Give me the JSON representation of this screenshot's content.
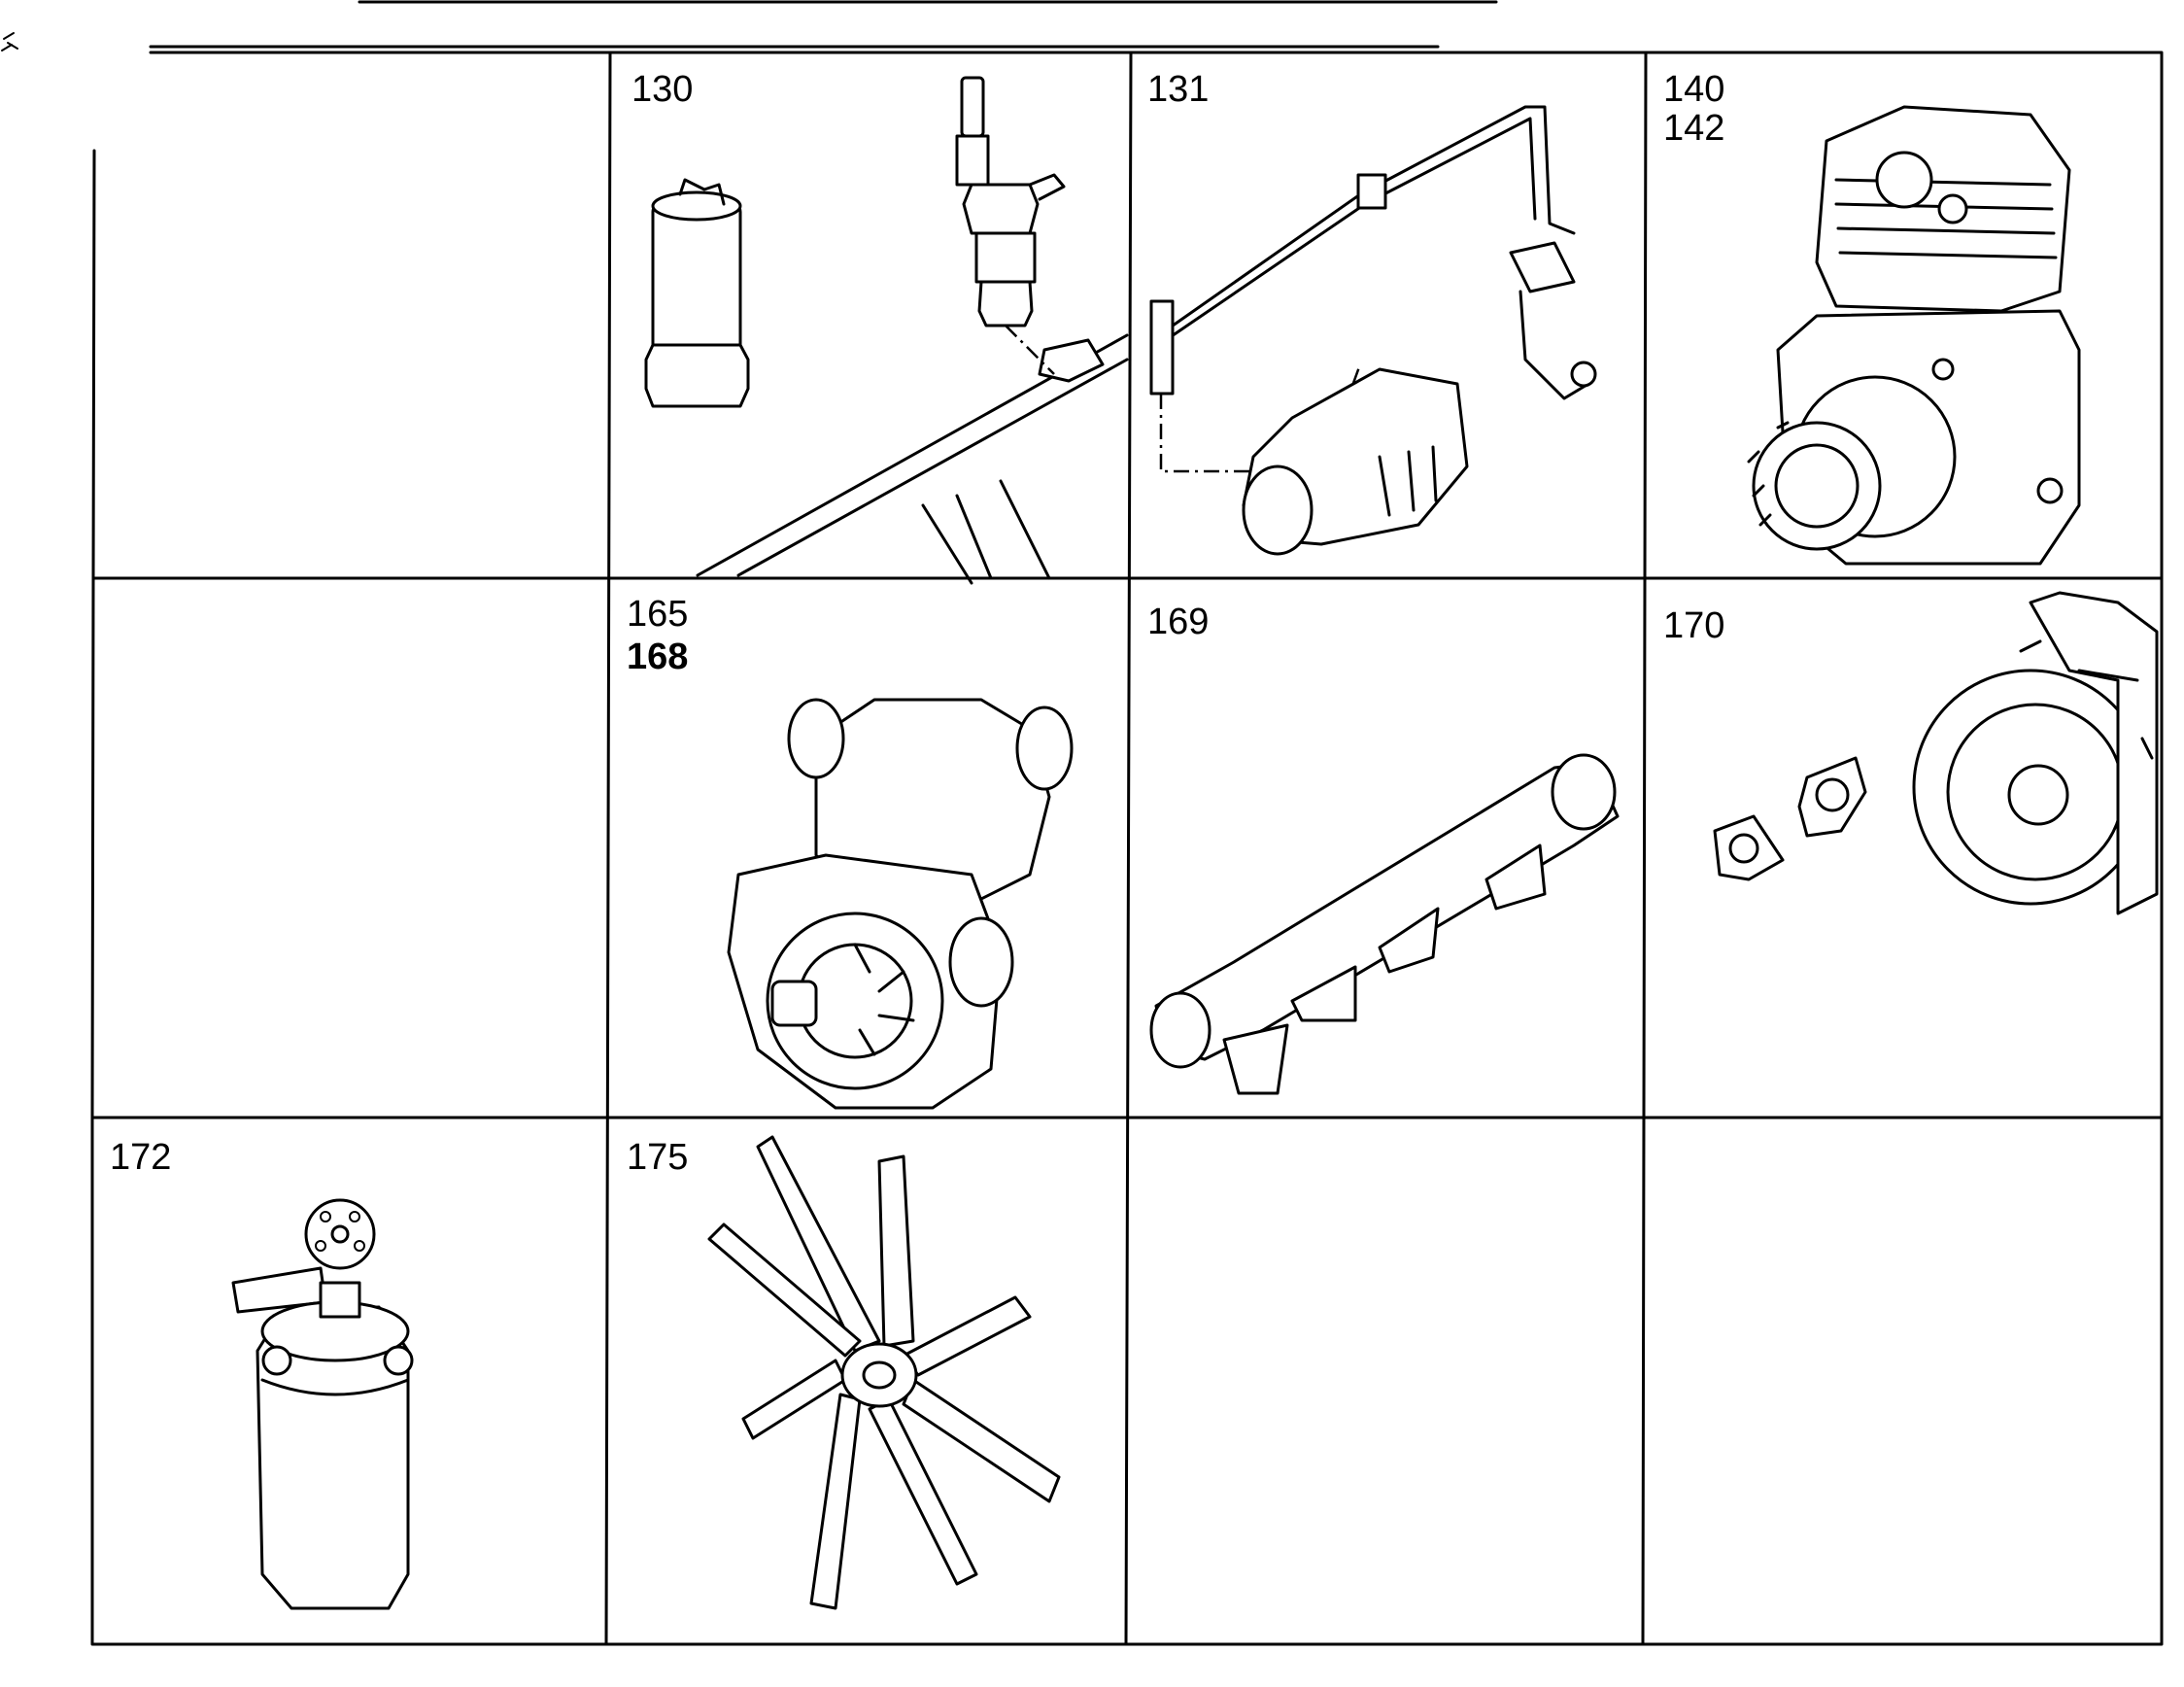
{
  "cells": [
    {
      "id": "blank-r1c1",
      "labels": []
    },
    {
      "id": "part-130",
      "labels": [
        "130"
      ],
      "icon": "glow-plug-and-sensor-icon"
    },
    {
      "id": "part-131",
      "labels": [
        "131"
      ],
      "icon": "fuel-line-and-solenoid-icon"
    },
    {
      "id": "part-140",
      "labels": [
        "140",
        "142"
      ],
      "icon": "air-compressor-icon"
    },
    {
      "id": "blank-r2c1",
      "labels": []
    },
    {
      "id": "part-165",
      "labels": [
        "165",
        "168"
      ],
      "icon": "water-pump-icon"
    },
    {
      "id": "part-169",
      "labels": [
        "169"
      ],
      "icon": "exhaust-manifold-icon"
    },
    {
      "id": "part-170",
      "labels": [
        "170"
      ],
      "icon": "flywheel-housing-and-gaskets-icon"
    },
    {
      "id": "part-172",
      "labels": [
        "172"
      ],
      "icon": "fuel-filter-icon"
    },
    {
      "id": "part-175",
      "labels": [
        "175"
      ],
      "icon": "cooling-fan-icon"
    },
    {
      "id": "blank-r3c3",
      "labels": []
    },
    {
      "id": "blank-r3c4",
      "labels": []
    }
  ]
}
